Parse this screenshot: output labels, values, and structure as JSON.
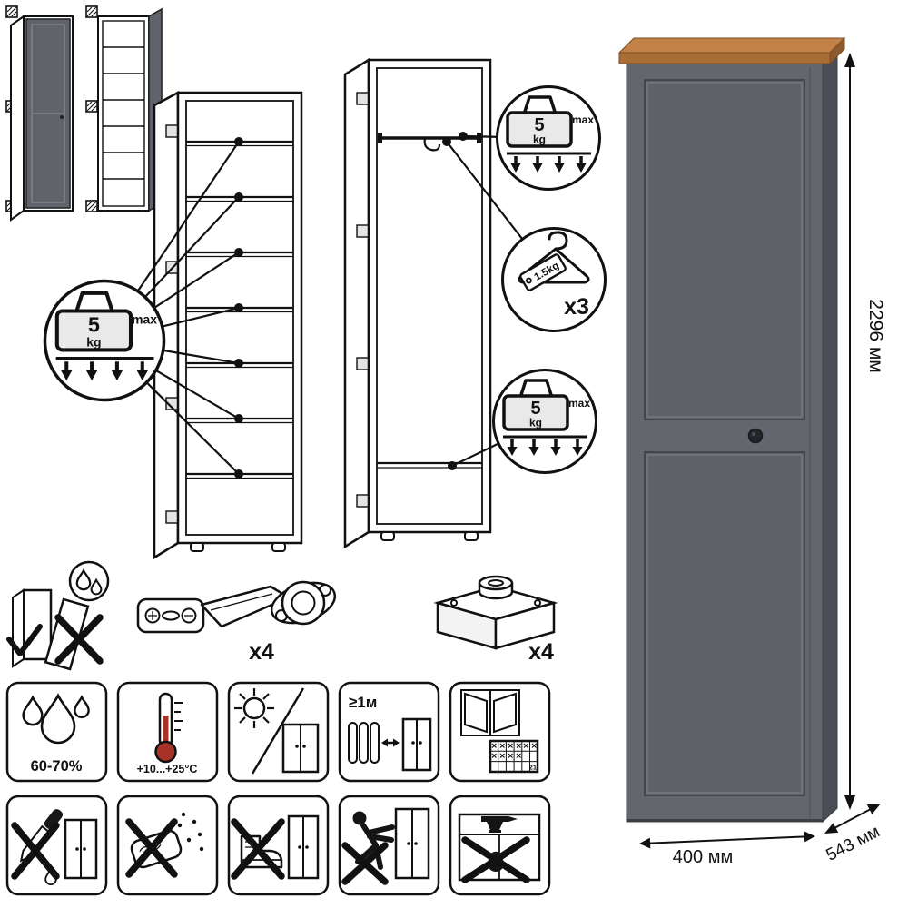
{
  "product": {
    "type": "wardrobe-specification-sheet"
  },
  "load_badge": {
    "value": "5",
    "unit": "kg",
    "max": "max"
  },
  "hanger_badge": {
    "tag": "1.5kg",
    "count": "x3"
  },
  "hardware": {
    "hinge_qty": "x4",
    "foot_qty": "x4"
  },
  "care": {
    "humidity": "60-70%",
    "temperature": "+10...+25°C",
    "distance": "≥1м",
    "calendar_day": "21"
  },
  "care_grid": {
    "row1": [
      "humidity-60-70",
      "temperature-range",
      "avoid-direct-sunlight",
      "min-1m-from-heat",
      "ventilate-room"
    ],
    "row2": [
      "no-sharp-objects",
      "no-wet-chemical-cleaning",
      "no-climbing",
      "do-not-drag",
      "no-heavy-loads"
    ]
  },
  "dimensions": {
    "height": "2296 мм",
    "width": "400 мм",
    "depth": "543 мм"
  },
  "colors": {
    "cabinet_front": "#63676d",
    "cabinet_side": "#4a4e54",
    "wood_top": "#c28147",
    "line": "#111111"
  }
}
